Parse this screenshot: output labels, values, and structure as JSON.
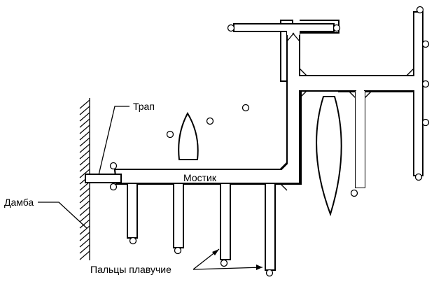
{
  "labels": {
    "gangway": "Трап",
    "bridge": "Мостик",
    "dam": "Дамба",
    "fingers": "Пальцы плавучие"
  },
  "piles": {
    "count": 17
  }
}
